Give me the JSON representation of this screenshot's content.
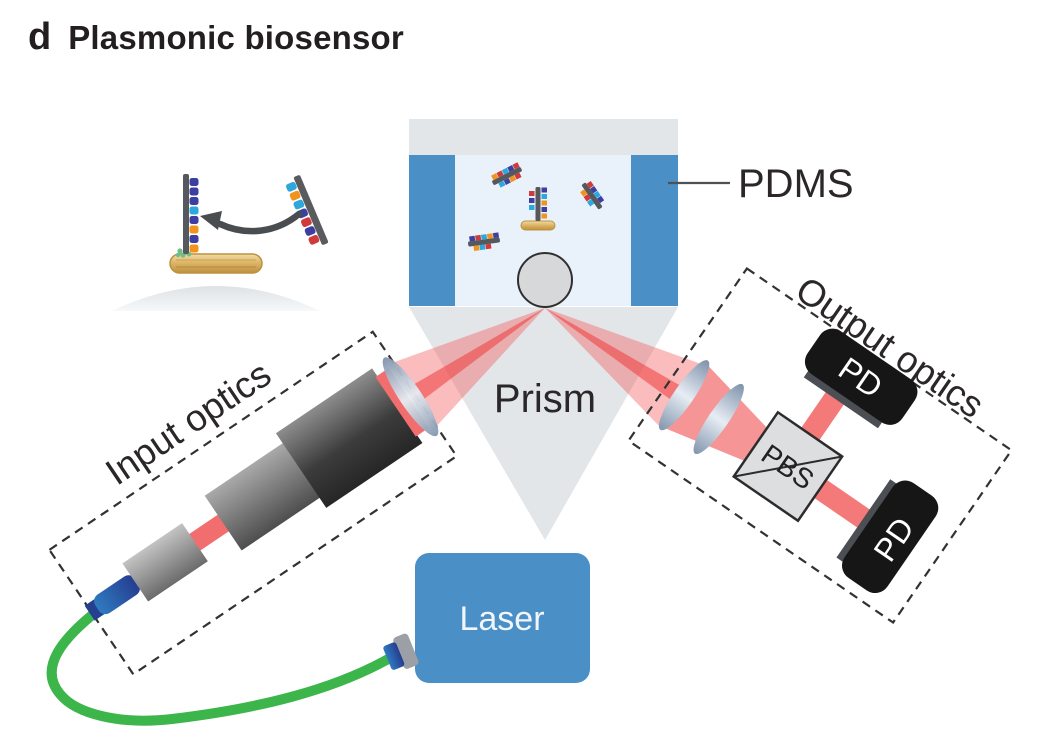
{
  "figure": {
    "panel_label": "d",
    "title": "Plasmonic biosensor"
  },
  "flow_cell": {
    "pdms_label": "PDMS"
  },
  "prism": {
    "label": "Prism"
  },
  "laser": {
    "label": "Laser"
  },
  "input_optics": {
    "label": "Input optics"
  },
  "output_optics": {
    "label": "Output optics",
    "pbs_label": "PBS",
    "photodiode_top_label": "PD",
    "photodiode_bottom_label": "PD"
  },
  "colors": {
    "pdms_blue": "#4a8fc5",
    "laser_blue": "#4a8fc5",
    "channel_fill": "#e9f2fb",
    "prism_gray": "#e3e6e9",
    "beam_red": "#f05a5a",
    "fiber_green": "#3cb54b",
    "gold_nanorod": "#d9b05e",
    "photodiode_black": "#161616",
    "text_dark": "#231f20",
    "dna_bead_colors": [
      "#3c3f9f",
      "#2ea8dc",
      "#f0941e",
      "#cf3a3a"
    ]
  }
}
